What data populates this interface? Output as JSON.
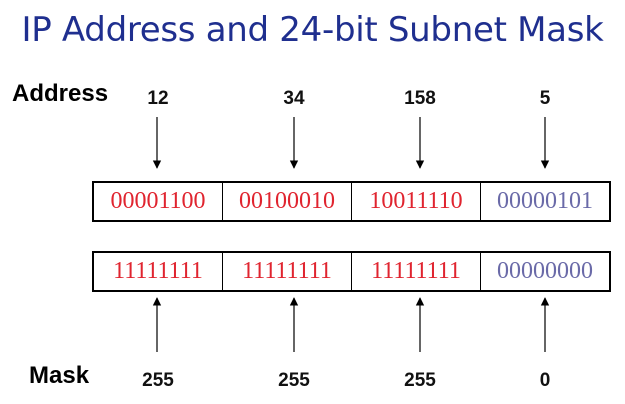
{
  "title": "IP Address and 24-bit Subnet Mask",
  "address": {
    "label": "Address",
    "octets": [
      "12",
      "34",
      "158",
      "5"
    ],
    "binary": [
      "00001100",
      "00100010",
      "10011110",
      "00000101"
    ]
  },
  "mask": {
    "label": "Mask",
    "octets": [
      "255",
      "255",
      "255",
      "0"
    ],
    "binary": [
      "11111111",
      "11111111",
      "11111111",
      "00000000"
    ]
  },
  "colors": {
    "network_bits": "#e0242f",
    "host_bits": "#6a6aa8",
    "title": "#1f2f8f"
  }
}
